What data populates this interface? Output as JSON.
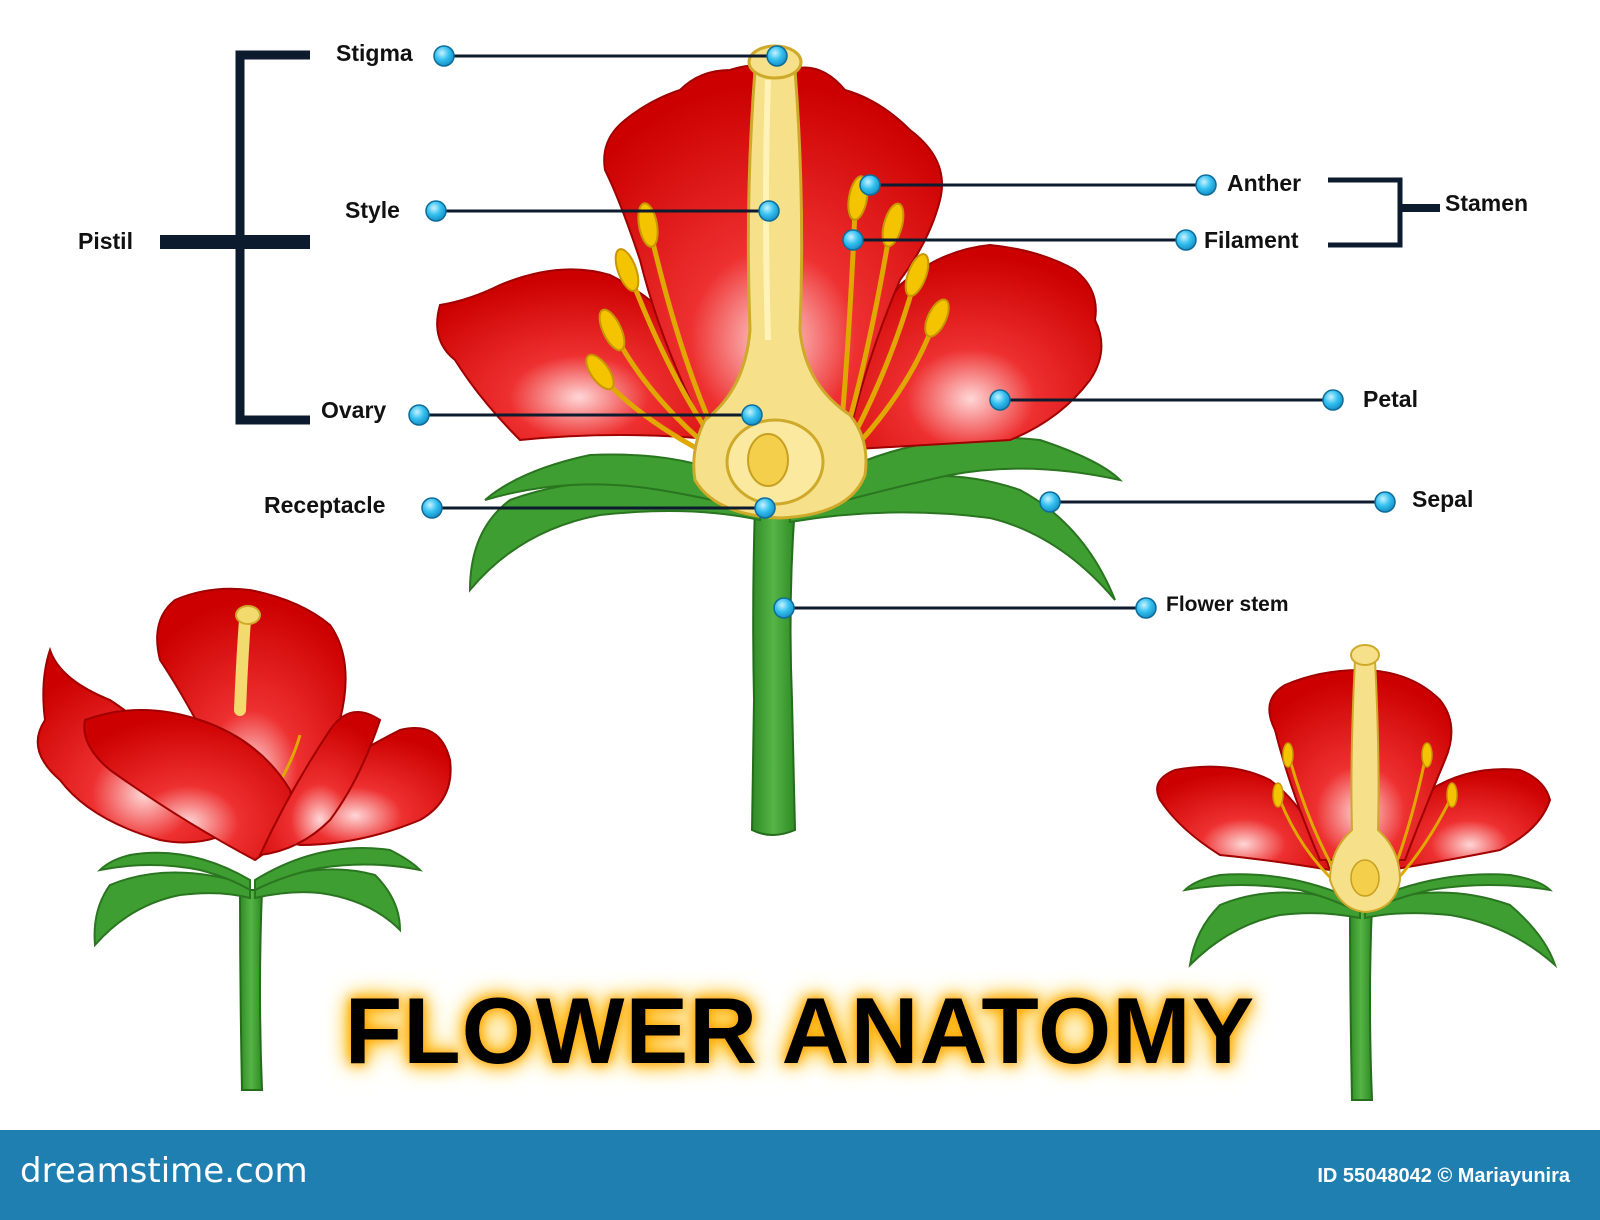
{
  "title": "FLOWER ANATOMY",
  "labels": {
    "stigma": "Stigma",
    "style": "Style",
    "ovary": "Ovary",
    "receptacle": "Receptacle",
    "pistil": "Pistil",
    "anther": "Anther",
    "filament": "Filament",
    "stamen": "Stamen",
    "petal": "Petal",
    "sepal": "Sepal",
    "flower_stem": "Flower stem"
  },
  "footer": {
    "brand": "dreamstime.com",
    "credit": "ID 55048042 © Mariayunira"
  },
  "colors": {
    "petal": "#d10000",
    "petal_light": "#ff8080",
    "sepal": "#3f9e31",
    "sepal_dark": "#2c7a22",
    "pistil": "#f3da6e",
    "pistil_edge": "#d8b430",
    "stamen": "#f4c400",
    "marker": "#33c0f0",
    "bracket": "#0d1b2e",
    "footer": "#1f7fb0",
    "title_glow": "#ffb000"
  }
}
